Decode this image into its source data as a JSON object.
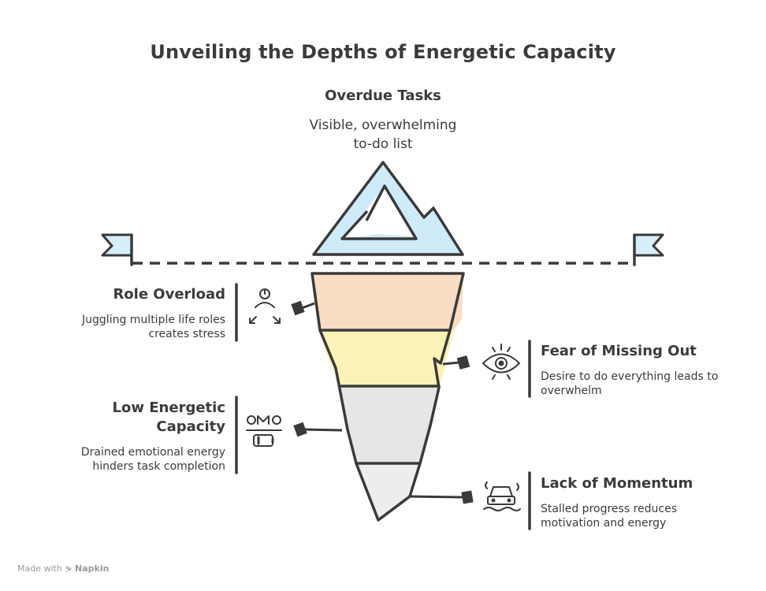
{
  "title": "Unveiling the Depths of Energetic Capacity",
  "top": {
    "heading": "Overdue Tasks",
    "description_line1": "Visible, overwhelming",
    "description_line2": "to-do list"
  },
  "layers": [
    {
      "heading": "Role Overload",
      "desc_line1": "Juggling multiple life roles",
      "desc_line2": "creates stress",
      "color": "#f8dcc4",
      "icon": "people-converging-icon"
    },
    {
      "heading": "Fear of Missing Out",
      "desc_line1": "Desire to do everything leads to",
      "desc_line2": "overwhelm",
      "color": "#fbf2b8",
      "icon": "eye-icon"
    },
    {
      "heading_line1": "Low Energetic",
      "heading_line2": "Capacity",
      "desc_line1": "Drained emotional energy",
      "desc_line2": "hinders task completion",
      "color": "#e6e6e6",
      "icon": "low-battery-icon"
    },
    {
      "heading": "Lack of Momentum",
      "desc_line1": "Stalled progress reduces",
      "desc_line2": "motivation and energy",
      "color": "#ededed",
      "icon": "stuck-car-icon"
    }
  ],
  "footer": {
    "prefix": "Made with",
    "brand": "Napkin"
  },
  "colors": {
    "ink": "#3a3a3a",
    "ice": "#cfeaf8",
    "flag": "#d6eefa"
  }
}
